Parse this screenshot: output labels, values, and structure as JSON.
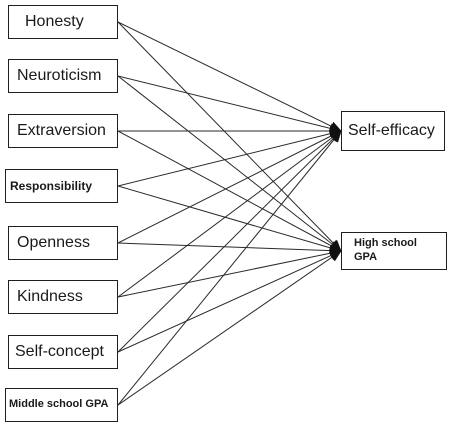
{
  "diagram": {
    "predictors": [
      {
        "id": "honesty",
        "label": "Honesty"
      },
      {
        "id": "neuroticism",
        "label": "Neuroticism"
      },
      {
        "id": "extraversion",
        "label": "Extraversion"
      },
      {
        "id": "responsibility",
        "label": "Responsibility"
      },
      {
        "id": "openness",
        "label": "Openness"
      },
      {
        "id": "kindness",
        "label": "Kindness"
      },
      {
        "id": "selfconcept",
        "label": "Self-concept"
      },
      {
        "id": "middlegpa",
        "label": "Middle school GPA"
      }
    ],
    "outcomes": [
      {
        "id": "selfefficacy",
        "label": "Self-efficacy"
      },
      {
        "id": "hsgpa",
        "label": "High school GPA"
      }
    ],
    "edges": [
      {
        "from": "honesty",
        "to": "selfefficacy"
      },
      {
        "from": "honesty",
        "to": "hsgpa"
      },
      {
        "from": "neuroticism",
        "to": "selfefficacy"
      },
      {
        "from": "neuroticism",
        "to": "hsgpa"
      },
      {
        "from": "extraversion",
        "to": "selfefficacy"
      },
      {
        "from": "extraversion",
        "to": "hsgpa"
      },
      {
        "from": "responsibility",
        "to": "selfefficacy"
      },
      {
        "from": "responsibility",
        "to": "hsgpa"
      },
      {
        "from": "openness",
        "to": "selfefficacy"
      },
      {
        "from": "openness",
        "to": "hsgpa"
      },
      {
        "from": "kindness",
        "to": "selfefficacy"
      },
      {
        "from": "kindness",
        "to": "hsgpa"
      },
      {
        "from": "selfconcept",
        "to": "selfefficacy"
      },
      {
        "from": "selfconcept",
        "to": "hsgpa"
      },
      {
        "from": "middlegpa",
        "to": "selfefficacy"
      },
      {
        "from": "middlegpa",
        "to": "hsgpa"
      }
    ],
    "colors": {
      "line": "#2a2a2a",
      "border": "#1f1f1f",
      "background": "#ffffff"
    }
  }
}
